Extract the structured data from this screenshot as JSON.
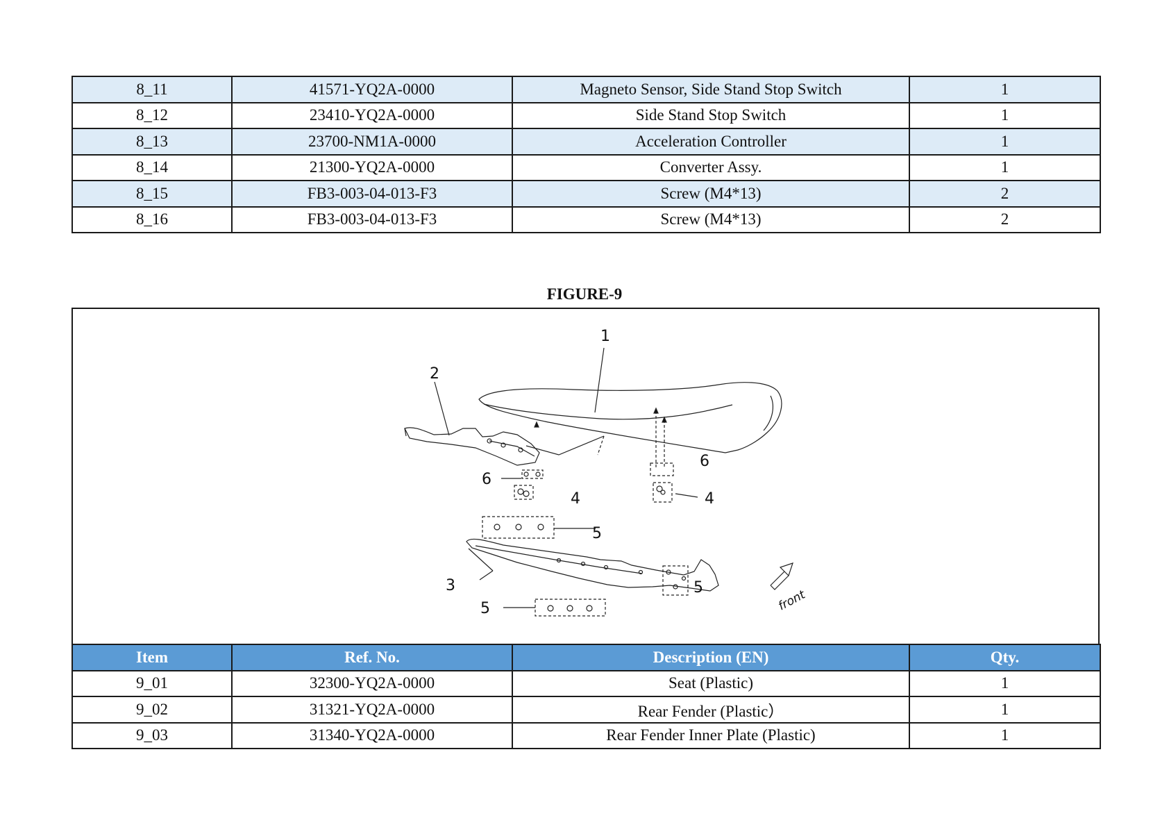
{
  "table_8": {
    "rows": [
      {
        "item": "8_11",
        "ref": "41571-YQ2A-0000",
        "desc": "Magneto Sensor, Side Stand Stop Switch",
        "qty": "1"
      },
      {
        "item": "8_12",
        "ref": "23410-YQ2A-0000",
        "desc": "Side Stand Stop Switch",
        "qty": "1"
      },
      {
        "item": "8_13",
        "ref": "23700-NM1A-0000",
        "desc": "Acceleration Controller",
        "qty": "1"
      },
      {
        "item": "8_14",
        "ref": "21300-YQ2A-0000",
        "desc": "Converter Assy.",
        "qty": "1"
      },
      {
        "item": "8_15",
        "ref": "FB3-003-04-013-F3",
        "desc": "Screw (M4*13)",
        "qty": "2"
      },
      {
        "item": "8_16",
        "ref": "FB3-003-04-013-F3",
        "desc": "Screw (M4*13)",
        "qty": "2"
      }
    ]
  },
  "figure": {
    "title": "FIGURE-9",
    "callouts": {
      "c1": "1",
      "c2": "2",
      "c3": "3",
      "c4a": "4",
      "c4b": "4",
      "c5a": "5",
      "c5b": "5",
      "c5c": "5",
      "c6a": "6",
      "c6b": "6"
    },
    "front_label": "front"
  },
  "table_9": {
    "headers": {
      "item": "Item",
      "ref": "Ref. No.",
      "desc": "Description (EN)",
      "qty": "Qty."
    },
    "rows": [
      {
        "item": "9_01",
        "ref": "32300-YQ2A-0000",
        "desc": "Seat (Plastic)",
        "qty": "1"
      },
      {
        "item": "9_02",
        "ref": "31321-YQ2A-0000",
        "desc": "Rear Fender (Plastic）",
        "qty": "1"
      },
      {
        "item": "9_03",
        "ref": "31340-YQ2A-0000",
        "desc": "Rear Fender Inner Plate (Plastic)",
        "qty": "1"
      }
    ]
  },
  "colors": {
    "header_blue": "#5b9bd5",
    "row_shade": "#ddebf7"
  }
}
